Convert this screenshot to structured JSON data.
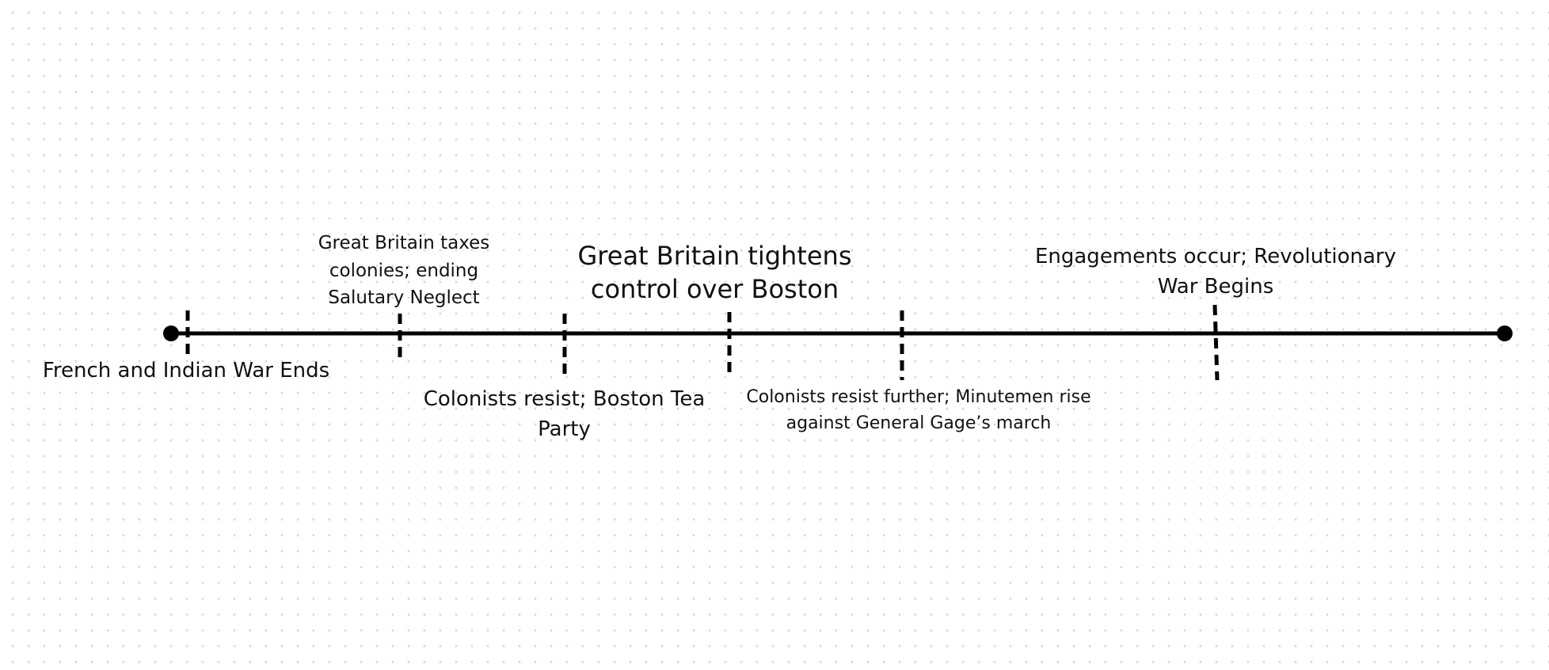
{
  "timeline": {
    "events": [
      {
        "label": "French and Indian War Ends"
      },
      {
        "label": "Great Britain taxes colonies; ending Salutary Neglect"
      },
      {
        "label": "Colonists resist; Boston Tea Party"
      },
      {
        "label": "Great Britain tightens control over Boston"
      },
      {
        "label": "Colonists resist further; Minutemen rise against General Gage’s march"
      },
      {
        "label": "Engagements occur; Revolutionary War Begins"
      }
    ],
    "colors": {
      "line": "#000000",
      "text": "#111111",
      "grid_dot": "#d9d9d9"
    }
  }
}
